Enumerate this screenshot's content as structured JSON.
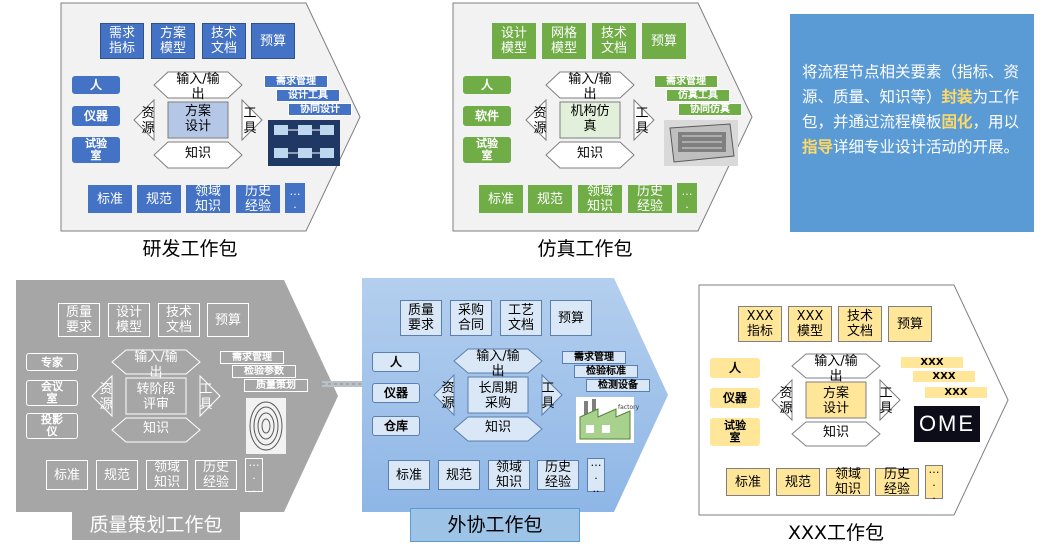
{
  "packages": [
    {
      "key": "rd",
      "caption": "研发工作包",
      "top_items": [
        "需求\n指标",
        "方案\n模型",
        "技术\n文档",
        "预算"
      ],
      "left_items": [
        "人",
        "仪器",
        "试验\n室"
      ],
      "bottom_items": [
        "标准",
        "规范",
        "领域\n知识",
        "历史\n经验",
        "…\n."
      ],
      "center": "方案\n设计",
      "io": "输入/输\n出",
      "resource": "资\n源",
      "tool": "工\n具",
      "knowledge": "知识",
      "tool_tags": [
        "需求管理",
        "设计工具",
        "协同设计"
      ]
    },
    {
      "key": "sim",
      "caption": "仿真工作包",
      "top_items": [
        "设计\n模型",
        "网格\n模型",
        "技术\n文档",
        "预算"
      ],
      "left_items": [
        "人",
        "软件",
        "试验\n室"
      ],
      "bottom_items": [
        "标准",
        "规范",
        "领域\n知识",
        "历史\n经验",
        "…\n."
      ],
      "center": "机构仿\n真",
      "io": "输入/输\n出",
      "resource": "资\n源",
      "tool": "工\n具",
      "knowledge": "知识",
      "tool_tags": [
        "需求管理",
        "仿真工具",
        "协同仿真"
      ]
    },
    {
      "key": "quality",
      "caption": "质量策划工作包",
      "top_items": [
        "质量\n要求",
        "设计\n模型",
        "技术\n文档",
        "预算"
      ],
      "left_items": [
        "专家",
        "会议\n室",
        "投影\n仪"
      ],
      "bottom_items": [
        "标准",
        "规范",
        "领域\n知识",
        "历史\n经验",
        "…\n.\n."
      ],
      "center": "转阶段\n评审",
      "io": "输入/输\n出",
      "resource": "资\n源",
      "tool": "工\n具",
      "knowledge": "知识",
      "tool_tags": [
        "需求管理",
        "检验参数",
        "质量策划"
      ]
    },
    {
      "key": "outsource",
      "caption": "外协工作包",
      "top_items": [
        "质量\n要求",
        "采购\n合同",
        "工艺\n文档",
        "预算"
      ],
      "left_items": [
        "人",
        "仪器",
        "仓库"
      ],
      "bottom_items": [
        "标准",
        "规范",
        "领域\n知识",
        "历史\n经验",
        "…\n.\n.."
      ],
      "center": "长周期\n采购",
      "io": "输入/输\n出",
      "resource": "资\n源",
      "tool": "工\n具",
      "knowledge": "知识",
      "tool_tags": [
        "需求管理",
        "检验标准",
        "检测设备"
      ],
      "factory_label": "factory"
    },
    {
      "key": "xxx",
      "caption": "XXX工作包",
      "top_items": [
        "XXX\n指标",
        "XXX\n模型",
        "技术\n文档",
        "预算"
      ],
      "left_items": [
        "人",
        "仪器",
        "试验\n室"
      ],
      "bottom_items": [
        "标准",
        "规范",
        "领域\n知识",
        "历史\n经验",
        "…\n.\n."
      ],
      "center": "方案\n设计",
      "io": "输入/输\n出",
      "resource": "资\n源",
      "tool": "工\n具",
      "knowledge": "知识",
      "tool_tags": [
        "XXX",
        "XXX",
        "XXX"
      ],
      "logo_text": "OME"
    }
  ],
  "description": {
    "part1": "将流程节点相关要素（指标、资源、质量、知识等）",
    "hl1": "封装",
    "part2": "为工作包，并通过流程模板",
    "hl2": "固化",
    "part3": "，用以",
    "hl3": "指导",
    "part4": "详细专业设计活动的开展。"
  },
  "colors": {
    "rd_accent": "#4472c4",
    "sim_accent": "#70ad47",
    "xxx_accent": "#ffe699",
    "quality_bg": "#a6a6a6",
    "outsource_bg": "#9dc3e6",
    "description_bg": "#5b9bd5",
    "highlight": "#ffd966"
  }
}
